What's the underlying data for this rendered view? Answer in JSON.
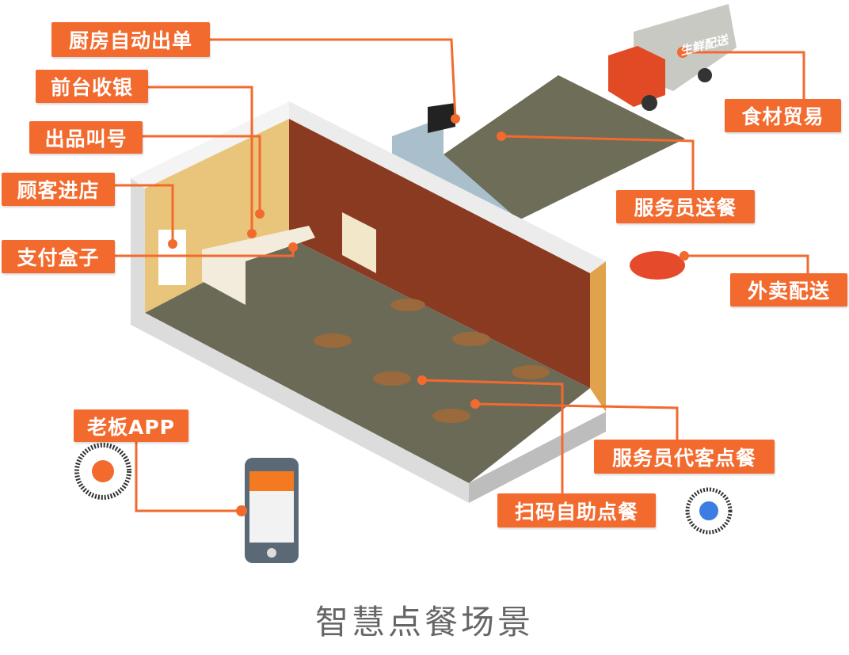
{
  "labels": {
    "kitchen_print": "厨房自动出单",
    "front_cashier": "前台收银",
    "order_call": "出品叫号",
    "customer_enter": "顾客进店",
    "payment_box": "支付盒子",
    "food_trade": "食材贸易",
    "waiter_serve": "服务员送餐",
    "delivery": "外卖配送",
    "boss_app": "老板APP",
    "waiter_order": "服务员代客点餐",
    "scan_order": "扫码自助点餐"
  },
  "truck_text": "生鲜配送",
  "caption": "智慧点餐场景",
  "colors": {
    "accent": "#f26a2e",
    "wall_back": "#8b3a22",
    "wall_side": "#e8c57a",
    "floor": "#6b6a57"
  }
}
